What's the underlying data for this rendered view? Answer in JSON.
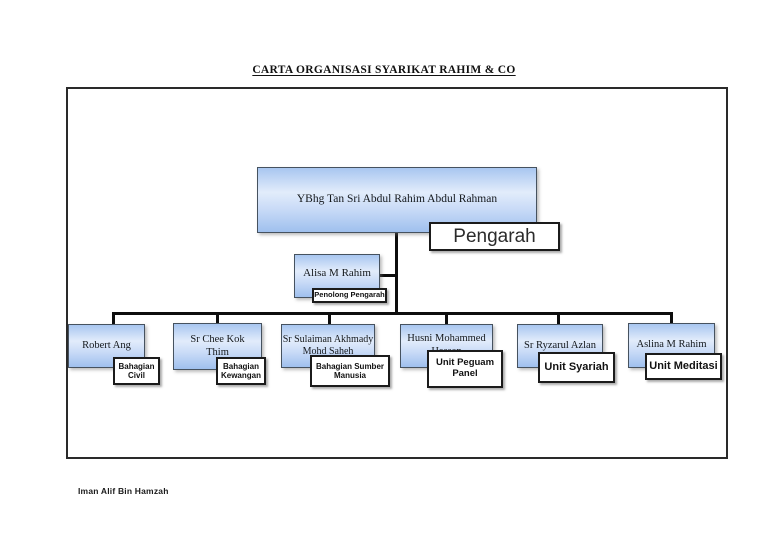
{
  "title": "CARTA ORGANISASI SYARIKAT RAHIM & CO",
  "footer": {
    "author": "Iman Alif Bin Hamzah"
  },
  "colors": {
    "box_gradient_top": "#a8c6f0",
    "box_gradient_light": "#e2ecfb",
    "box_gradient_bottom": "#9fc0ee",
    "box_border": "#46525f",
    "label_border": "#1b1b1b",
    "connector": "#0d0d0d"
  },
  "org": {
    "director": {
      "name": "YBhg Tan Sri Abdul Rahim Abdul Rahman",
      "role": "Pengarah"
    },
    "assistant": {
      "name": "Alisa M Rahim",
      "role": "Penolong Pengarah"
    },
    "members": [
      {
        "name": "Robert Ang",
        "unit": "Bahagian\nCivil"
      },
      {
        "name": "Sr Chee Kok\nThim",
        "unit": "Bahagian\nKewangan"
      },
      {
        "name": "Sr Sulaiman Akhmady\nMohd Saheh",
        "unit": "Bahagian Sumber\nManusia"
      },
      {
        "name": "Husni Mohammed\nHassan",
        "unit": "Unit Peguam\nPanel"
      },
      {
        "name": "Sr Ryzarul Azlan",
        "unit": "Unit Syariah"
      },
      {
        "name": "Aslina M Rahim",
        "unit": "Unit Meditasi"
      }
    ]
  }
}
